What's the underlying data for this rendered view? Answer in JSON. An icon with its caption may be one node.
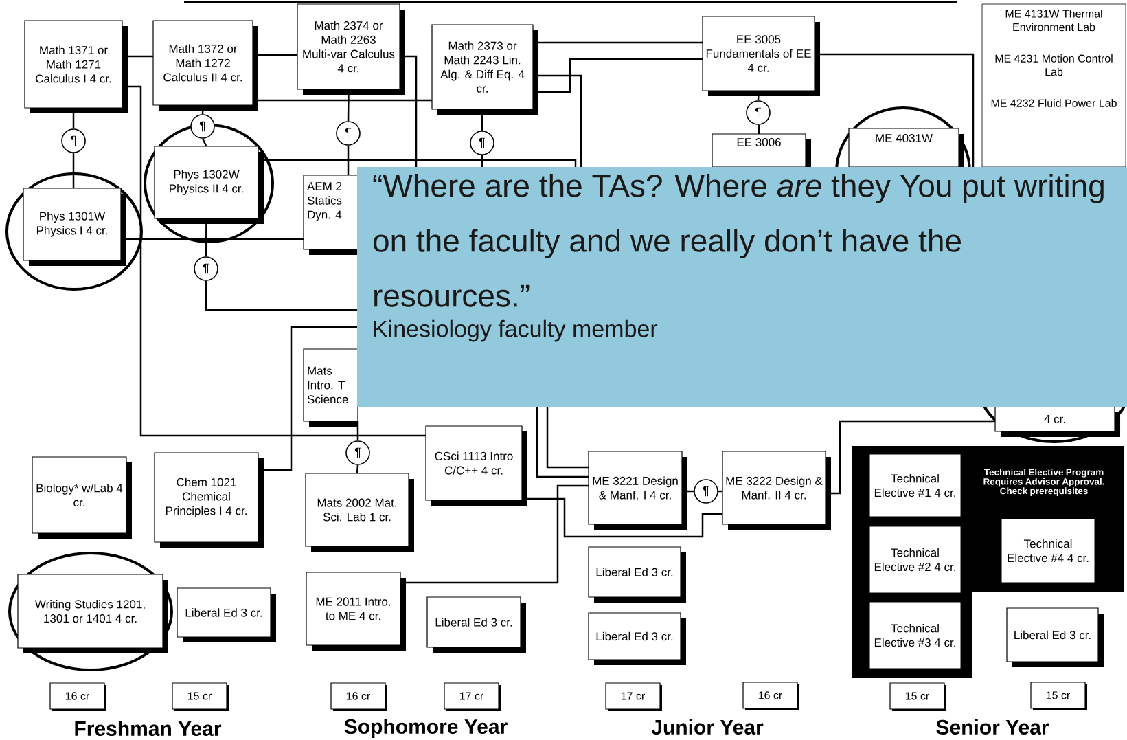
{
  "diagram": {
    "nodes": [
      {
        "text": [
          "Math 1371 or Math 1271 Calculus I 4 cr."
        ]
      },
      {
        "text": [
          "Math 1372 or Math 1272 Calculus II 4 cr."
        ]
      },
      {
        "text": [
          "Math 2374 or Math 2263 Multi-var Calculus 4 cr."
        ]
      },
      {
        "text": [
          "Math 2373 or Math 2243 Lin. Alg. & Diff Eq. 4 cr."
        ]
      },
      {
        "text": [
          "EE 3005 Fundamentals of EE 4 cr."
        ]
      },
      {
        "text": [
          "ME 4131W Thermal Environment Lab",
          "ME 4231 Motion Control Lab",
          "ME 4232 Fluid Power Lab"
        ]
      },
      {
        "text": [
          "¶"
        ]
      },
      {
        "text": [
          "¶"
        ]
      },
      {
        "text": [
          "¶"
        ]
      },
      {
        "text": [
          "¶"
        ]
      },
      {
        "text": [
          "Phys 1302W Physics II 4 cr."
        ]
      },
      {
        "text": [
          "Phys 1301W Physics I 4 cr."
        ]
      },
      {
        "text": [
          "AEM 2 Statics Dyn. 4"
        ]
      },
      {
        "text": [
          "EE 3006"
        ]
      },
      {
        "text": [
          "ME 4031W"
        ]
      },
      {
        "text": [
          "¶"
        ]
      },
      {
        "text": [
          "¶"
        ]
      },
      {
        "text": [
          "Mats Intro. T Science"
        ]
      },
      {
        "text": [
          "4 cr."
        ]
      },
      {
        "text": [
          "¶"
        ]
      },
      {
        "text": [
          "CSci 1113 Intro C/C++ 4 cr."
        ]
      },
      {
        "text": [
          "Biology* w/Lab 4 cr."
        ]
      },
      {
        "text": [
          "Chem 1021 Chemical Principles I 4 cr."
        ]
      },
      {
        "text": [
          "Mats 2002 Mat. Sci. Lab 1 cr."
        ]
      },
      {
        "text": [
          "ME 3221 Design & Manf. I 4 cr."
        ]
      },
      {
        "text": [
          "¶"
        ]
      },
      {
        "text": [
          "ME 3222 Design & Manf. II 4 cr."
        ]
      },
      {
        "text": [
          "Technical Elective Program Requires Advisor Approval. Check prerequisites"
        ]
      },
      {
        "text": [
          "Technical Elective #1 4 cr."
        ],
        "in": 27
      },
      {
        "text": [
          "Technical Elective #4 4 cr."
        ],
        "in": 27
      },
      {
        "text": [
          "Technical Elective #2 4 cr."
        ],
        "in": 27
      },
      {
        "text": [
          "Technical Elective #3 4 cr."
        ],
        "in": 27
      },
      {
        "text": [
          "Liberal Ed 3 cr."
        ]
      },
      {
        "text": [
          "Writing Studies 1201, 1301 or 1401 4 cr."
        ]
      },
      {
        "text": [
          "Liberal Ed 3 cr."
        ]
      },
      {
        "text": [
          "ME 2011 Intro. to ME 4 cr."
        ]
      },
      {
        "text": [
          "Liberal Ed 3 cr."
        ]
      },
      {
        "text": [
          "Liberal Ed 3 cr."
        ]
      },
      {
        "text": [
          "Liberal Ed 3 cr."
        ]
      },
      {
        "text": [
          "16 cr"
        ]
      },
      {
        "text": [
          "15 cr"
        ]
      },
      {
        "text": [
          "16 cr"
        ]
      },
      {
        "text": [
          "17 cr"
        ]
      },
      {
        "text": [
          "17 cr"
        ]
      },
      {
        "text": [
          "16 cr"
        ]
      },
      {
        "text": [
          "15 cr"
        ]
      },
      {
        "text": [
          "15 cr"
        ]
      },
      {
        "text": [
          "“Where are the TAs? Where *are* they You put writing on the faculty and we really don’t have the resources.”",
          "Kinesiology faculty member"
        ]
      }
    ],
    "edges": [
      {
        "from": 0,
        "to": 6,
        "arrow": "none"
      },
      {
        "from": 6,
        "to": 11,
        "arrow": "none"
      },
      {
        "from": 0,
        "to": 1,
        "arrow": "none"
      },
      {
        "from": 1,
        "to": 2,
        "arrow": "none"
      },
      {
        "from": 1,
        "to": 7,
        "arrow": "none"
      },
      {
        "from": 7,
        "to": 10,
        "arrow": "none"
      },
      {
        "from": 2,
        "to": 8,
        "arrow": "none"
      },
      {
        "from": 8,
        "to": 12,
        "arrow": "none"
      },
      {
        "from": 1,
        "to": 3,
        "arrow": "none"
      },
      {
        "from": 3,
        "to": 9,
        "arrow": "none"
      },
      {
        "from": 9,
        "to": 47,
        "arrow": "none"
      },
      {
        "from": 3,
        "to": 4,
        "arrow": "none"
      },
      {
        "from": 3,
        "to": 4,
        "arrow": "none"
      },
      {
        "from": 3,
        "to": 47,
        "arrow": "none"
      },
      {
        "from": 10,
        "to": 16,
        "arrow": "none"
      },
      {
        "from": 16,
        "to": 47,
        "arrow": "none"
      },
      {
        "from": 11,
        "to": 12,
        "arrow": "none"
      },
      {
        "from": 0,
        "to": 20,
        "arrow": "none"
      },
      {
        "from": 22,
        "to": 47,
        "arrow": "none"
      },
      {
        "from": 17,
        "to": 19,
        "arrow": "none"
      },
      {
        "from": 19,
        "to": 23,
        "arrow": "none"
      },
      {
        "from": 35,
        "to": 24,
        "arrow": "none"
      },
      {
        "from": 20,
        "to": 26,
        "arrow": "none"
      },
      {
        "from": 24,
        "to": 25,
        "arrow": "none"
      },
      {
        "from": 25,
        "to": 26,
        "arrow": "none"
      },
      {
        "from": 26,
        "to": 18,
        "arrow": "none"
      },
      {
        "from": 4,
        "to": 15,
        "arrow": "none"
      },
      {
        "from": 15,
        "to": 13,
        "arrow": "none"
      },
      {
        "from": 4,
        "to": 47,
        "arrow": "none"
      },
      {
        "from": 2,
        "to": 47,
        "arrow": "none"
      },
      {
        "from": 47,
        "to": 24,
        "arrow": "none"
      },
      {
        "from": 47,
        "to": 24,
        "arrow": "none"
      },
      {
        "from": 10,
        "to": 47,
        "arrow": "none"
      }
    ],
    "labels": [
      "Freshman Year",
      "Sophomore Year",
      "Junior Year",
      "Senior Year"
    ]
  }
}
